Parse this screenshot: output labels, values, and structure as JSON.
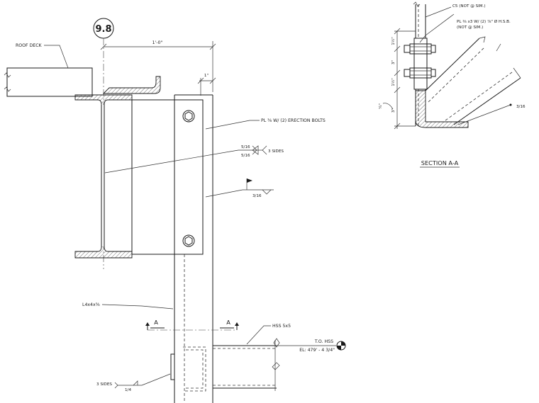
{
  "labels": {
    "grid_marker": "9.8",
    "roof_deck": "ROOF DECK",
    "dim_1ft": "1'-0\"",
    "dim_1in": "1\"",
    "plate_note": "PL ⅜ W/ (2) ERECTION BOLTS",
    "weld_5_16_top": "5/16",
    "weld_5_16_bottom": "5/16",
    "weld_3_sides_top": "3 SIDES",
    "weld_3_16": "3/16",
    "angle_note": "L4x4x⅜",
    "section_cut_left": "A",
    "section_cut_right": "A",
    "hss_note": "HSS 5x5",
    "to_hss": "T.O. HSS",
    "elevation": "EL: 479' - 4 3/4\"",
    "weld_3_sides_bottom": "3 SIDES",
    "weld_1_4": "1/4"
  },
  "section": {
    "title": "SECTION A-A",
    "c5_note": "C5 (NOT @ SIM.)",
    "plate_note_line1": "PL ⅜ x3 W/ (2) ⅞\" Ø H.S.B.",
    "plate_note_line2": "(NOT @ SIM.)",
    "dim_1_half_top": "1½\"",
    "dim_3_top": "3\"",
    "dim_1_half_mid": "1½\"",
    "dim_3_bottom": "3\"",
    "dim_quarter": "¼\"",
    "weld_3_16": "3/16"
  }
}
